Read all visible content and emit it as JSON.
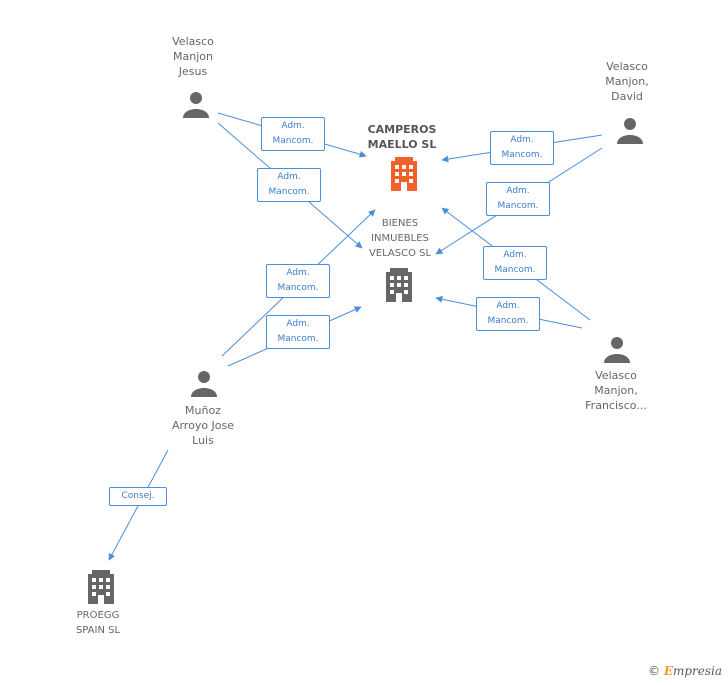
{
  "nodes": {
    "camperos": {
      "lines": [
        "CAMPEROS",
        "MAELLO SL"
      ],
      "kind": "company",
      "highlight": true
    },
    "bienes": {
      "lines": [
        "BIENES",
        "INMUEBLES",
        "VELASCO SL"
      ],
      "kind": "company",
      "highlight": false
    },
    "proegg": {
      "lines": [
        "PROEGG",
        "SPAIN SL"
      ],
      "kind": "company",
      "highlight": false
    },
    "jesus": {
      "lines": [
        "Velasco",
        "Manjon",
        "Jesus"
      ],
      "kind": "person"
    },
    "david": {
      "lines": [
        "Velasco",
        "Manjon,",
        "David"
      ],
      "kind": "person"
    },
    "francisco": {
      "lines": [
        "Velasco",
        "Manjon,",
        "Francisco..."
      ],
      "kind": "person"
    },
    "jose": {
      "lines": [
        "Muñoz",
        "Arroyo Jose",
        "Luis"
      ],
      "kind": "person"
    }
  },
  "relations": [
    {
      "id": "r1",
      "lines": [
        "Adm.",
        "Mancom."
      ]
    },
    {
      "id": "r2",
      "lines": [
        "Adm.",
        "Mancom."
      ]
    },
    {
      "id": "r3",
      "lines": [
        "Adm.",
        "Mancom."
      ]
    },
    {
      "id": "r4",
      "lines": [
        "Adm.",
        "Mancom."
      ]
    },
    {
      "id": "r5",
      "lines": [
        "Adm.",
        "Mancom."
      ]
    },
    {
      "id": "r6",
      "lines": [
        "Adm.",
        "Mancom."
      ]
    },
    {
      "id": "r7",
      "lines": [
        "Adm.",
        "Mancom."
      ]
    },
    {
      "id": "r8",
      "lines": [
        "Adm.",
        "Mancom."
      ]
    },
    {
      "id": "r9",
      "lines": [
        "Consej."
      ]
    }
  ],
  "colors": {
    "edge": "#4a8fd8",
    "highlight": "#f0622a",
    "company": "#666666",
    "person": "#666666"
  },
  "footer": {
    "copyright": "©",
    "brand_initial": "E",
    "brand_rest": "mpresia"
  }
}
